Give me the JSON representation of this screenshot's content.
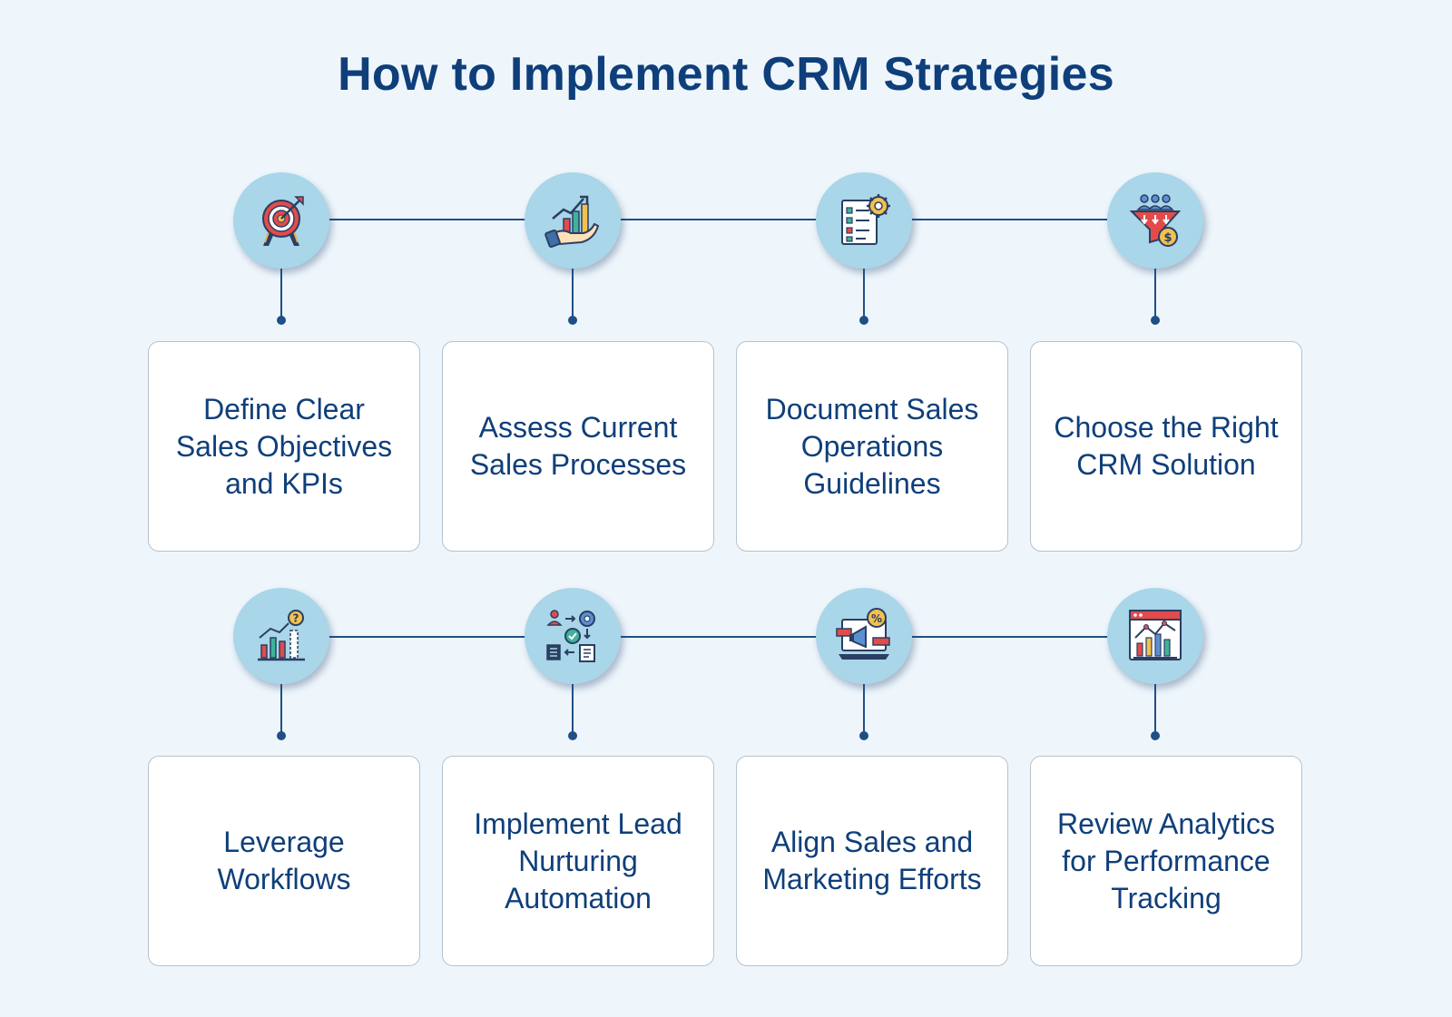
{
  "title": "How to Implement CRM Strategies",
  "steps": [
    {
      "label": "Define Clear Sales Objectives and KPIs",
      "icon": "target-icon"
    },
    {
      "label": "Assess Current Sales Processes",
      "icon": "growth-hand-icon"
    },
    {
      "label": "Document Sales Operations Guidelines",
      "icon": "checklist-gear-icon"
    },
    {
      "label": "Choose the Right CRM Solution",
      "icon": "sales-funnel-icon"
    },
    {
      "label": "Leverage Workflows",
      "icon": "bar-chart-question-icon"
    },
    {
      "label": "Implement Lead Nurturing Automation",
      "icon": "automation-flow-icon"
    },
    {
      "label": "Align Sales and Marketing Efforts",
      "icon": "marketing-megaphone-icon"
    },
    {
      "label": "Review Analytics for Performance Tracking",
      "icon": "analytics-dashboard-icon"
    }
  ],
  "colors": {
    "background": "#eef6fc",
    "title": "#0f3f7a",
    "connector": "#1f4f86",
    "circle": "#a9d6e8",
    "card_border": "#b8c2cc"
  }
}
